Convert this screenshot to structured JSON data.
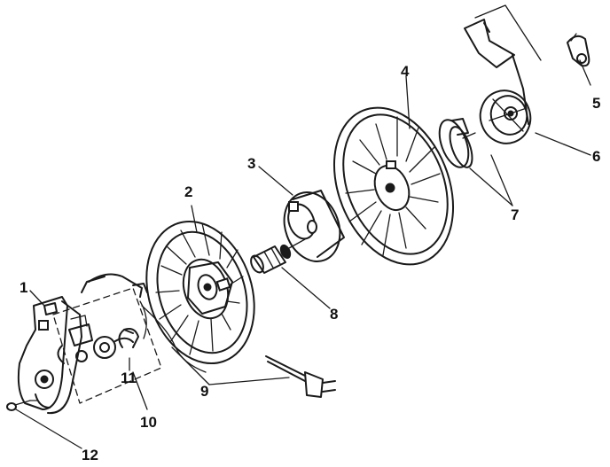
{
  "colors": {
    "ink": "#1a1a1a",
    "paper": "#ffffff"
  },
  "callouts": [
    {
      "id": "1",
      "label": "1"
    },
    {
      "id": "2",
      "label": "2"
    },
    {
      "id": "3",
      "label": "3"
    },
    {
      "id": "4",
      "label": "4"
    },
    {
      "id": "5",
      "label": "5"
    },
    {
      "id": "6",
      "label": "6"
    },
    {
      "id": "7",
      "label": "7"
    },
    {
      "id": "8",
      "label": "8"
    },
    {
      "id": "9",
      "label": "9"
    },
    {
      "id": "10",
      "label": "10"
    },
    {
      "id": "11",
      "label": "11"
    },
    {
      "id": "12",
      "label": "12"
    }
  ]
}
